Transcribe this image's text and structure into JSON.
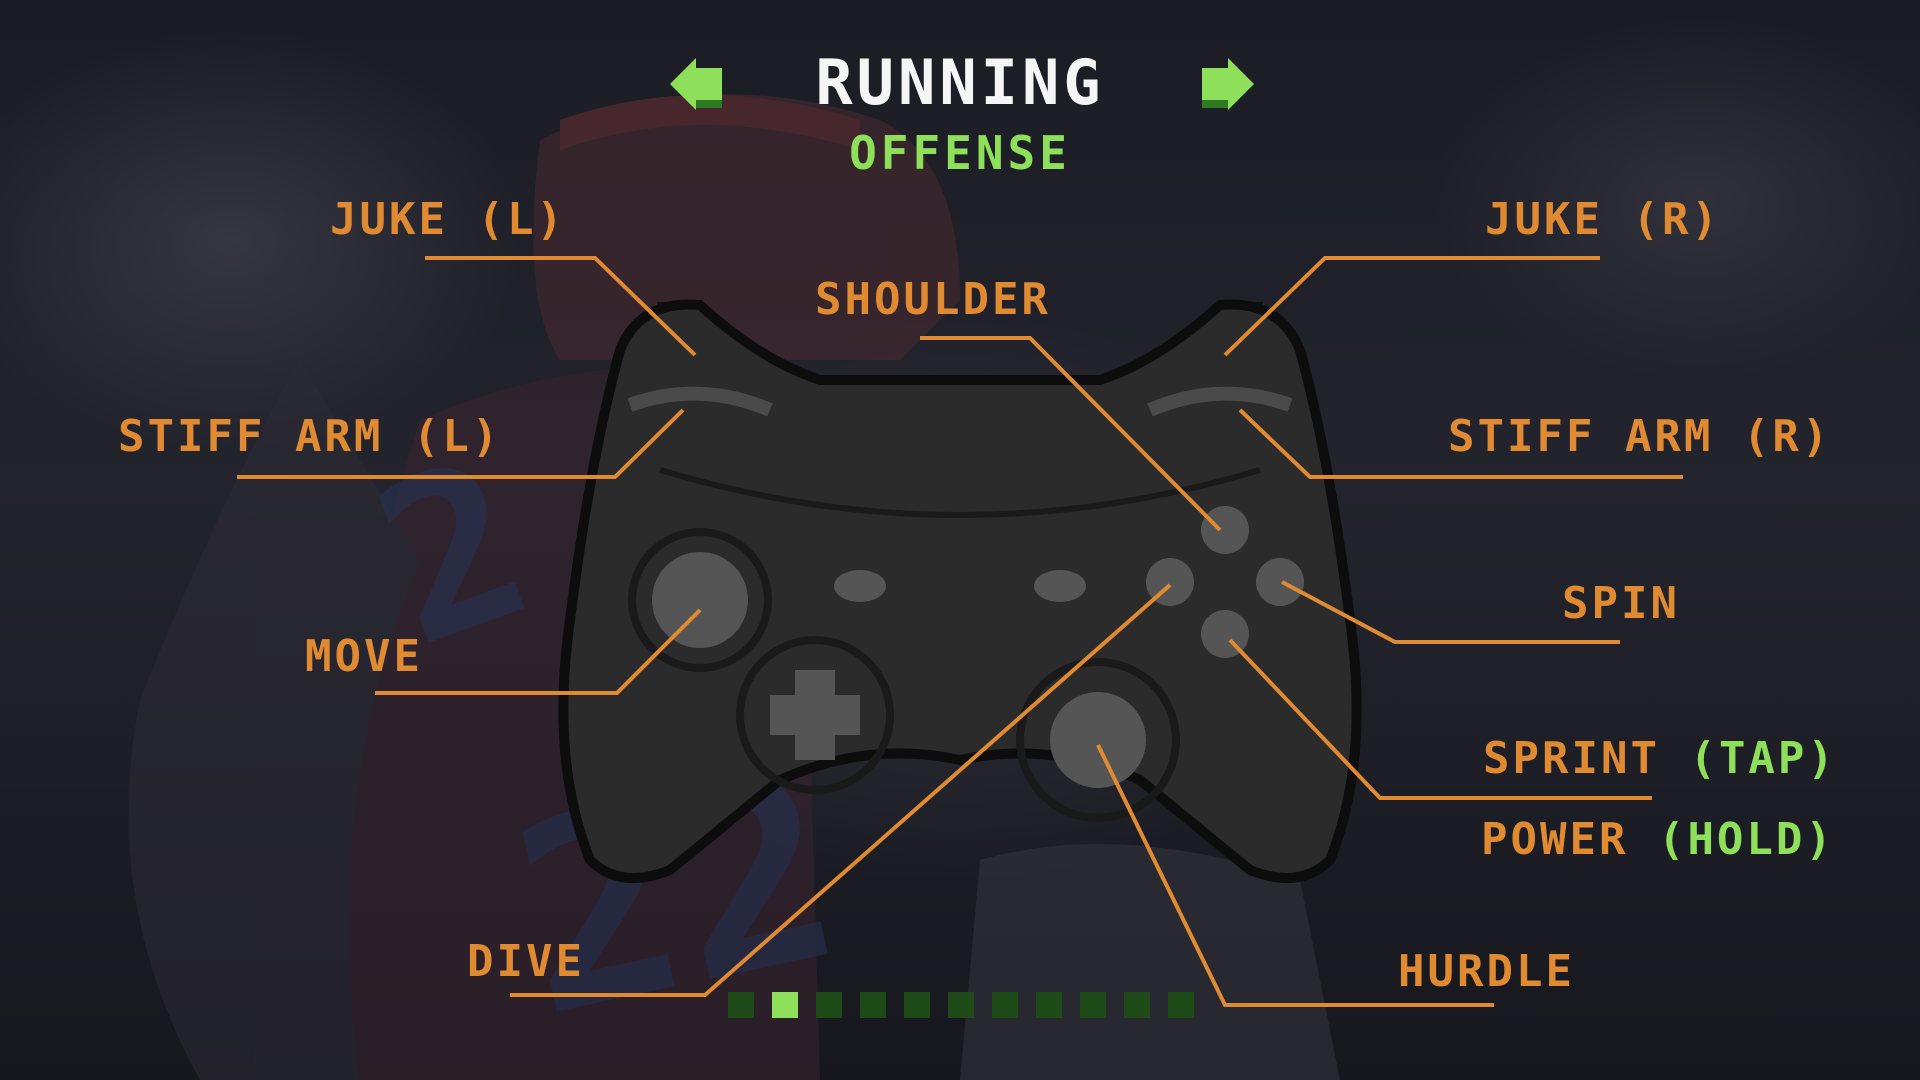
{
  "header": {
    "title": "RUNNING",
    "subtitle": "OFFENSE"
  },
  "controls": {
    "juke_left": "JUKE (L)",
    "juke_right": "JUKE (R)",
    "shoulder": "SHOULDER",
    "stiff_arm_left": "STIFF ARM (L)",
    "stiff_arm_right": "STIFF ARM (R)",
    "spin": "SPIN",
    "move": "MOVE",
    "sprint": "SPRINT",
    "sprint_mode": "(TAP)",
    "power": "POWER",
    "power_mode": "(HOLD)",
    "dive": "DIVE",
    "hurdle": "HURDLE"
  },
  "pagination": {
    "total": 11,
    "current": 2
  },
  "colors": {
    "label": "#e08a32",
    "accent_green": "#8ee05a",
    "title": "#f5f5f5",
    "controller_body": "#2b2b2b",
    "controller_button": "#555555"
  },
  "icons": {
    "prev": "arrow-left-icon",
    "next": "arrow-right-icon"
  }
}
